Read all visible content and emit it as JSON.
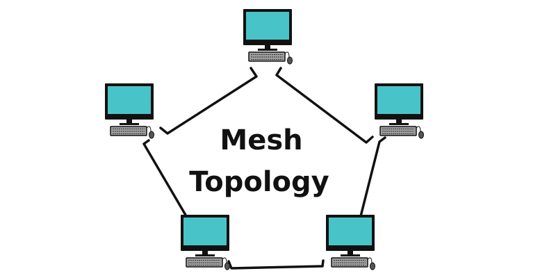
{
  "diagram": {
    "title_line1": "Mesh",
    "title_line2": "Topology"
  },
  "colors": {
    "screen": "#48C4C8",
    "outline": "#111111",
    "keyboard": "#9E9E9E",
    "link": "#111111"
  },
  "nodes": [
    {
      "id": "computer-top"
    },
    {
      "id": "computer-left"
    },
    {
      "id": "computer-right"
    },
    {
      "id": "computer-bottom-left"
    },
    {
      "id": "computer-bottom-right"
    }
  ]
}
